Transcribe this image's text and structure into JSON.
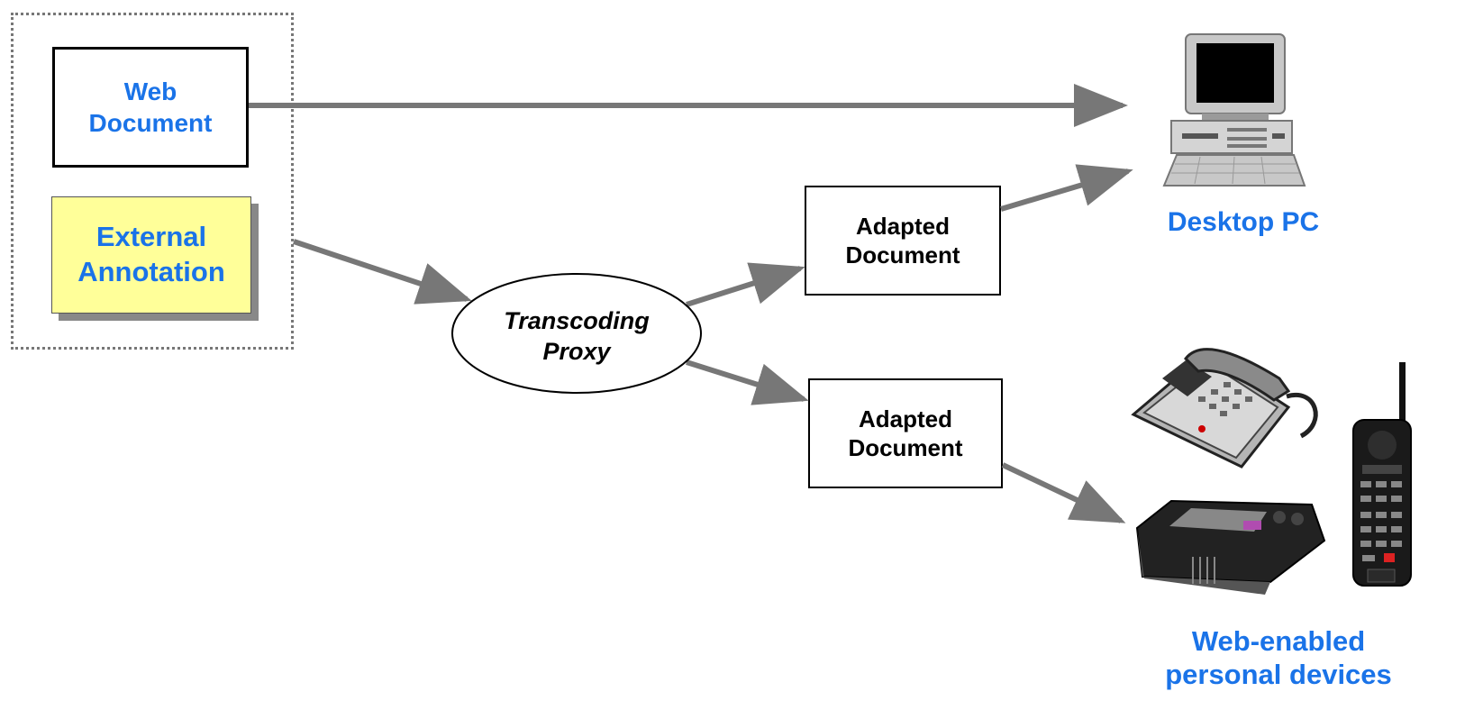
{
  "web_document": {
    "label": "Web\nDocument"
  },
  "external_annotation": {
    "label": "External\nAnnotation"
  },
  "proxy": {
    "label": "Transcoding\nProxy"
  },
  "adapted_top": {
    "label": "Adapted\nDocument"
  },
  "adapted_bottom": {
    "label": "Adapted\nDocument"
  },
  "desktop": {
    "label": "Desktop PC",
    "icon": "desktop-pc-icon"
  },
  "devices": {
    "label": "Web-enabled\npersonal devices",
    "icons": [
      "desk-phone-icon",
      "pager-icon",
      "cordless-phone-icon"
    ]
  },
  "colors": {
    "accent": "#1a73e8",
    "annotation_fill": "#ffff99",
    "arrow": "#777777"
  }
}
